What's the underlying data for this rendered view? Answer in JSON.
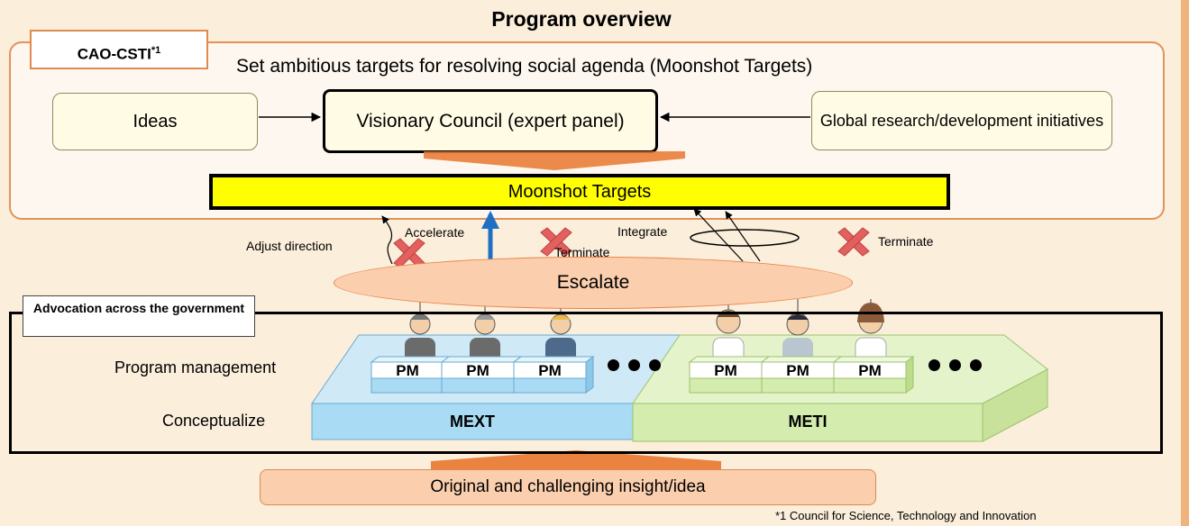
{
  "title": "Program overview",
  "cao": {
    "label": "CAO-CSTI",
    "sup": "*1"
  },
  "set_targets": "Set ambitious targets for resolving social agenda (Moonshot Targets)",
  "ideas": "Ideas",
  "visionary_council": "Visionary Council (expert panel)",
  "global_initiatives": "Global research/development initiatives",
  "moonshot_targets": "Moonshot Targets",
  "actions": {
    "adjust": "Adjust direction",
    "accelerate": "Accelerate",
    "terminate1": "Terminate",
    "integrate": "Integrate",
    "terminate2": "Terminate"
  },
  "escalate": "Escalate",
  "advocation": "Advocation across the government",
  "program_management": "Program management",
  "conceptualize": "Conceptualize",
  "pm_label": "PM",
  "mext": "MEXT",
  "meti": "METI",
  "original_idea": "Original and challenging insight/idea",
  "footnote": "*1 Council for Science, Technology and Innovation",
  "colors": {
    "mext_top": "#cfe9f7",
    "mext_front": "#a9dcf4",
    "meti_top": "#e5f3cb",
    "meti_front": "#d4ecad",
    "targets": "#ffff00",
    "escalate": "#fbcfae",
    "arrow_orange": "#e8772e",
    "accel_blue": "#1f6fc4",
    "x_red": "#e4605e"
  }
}
